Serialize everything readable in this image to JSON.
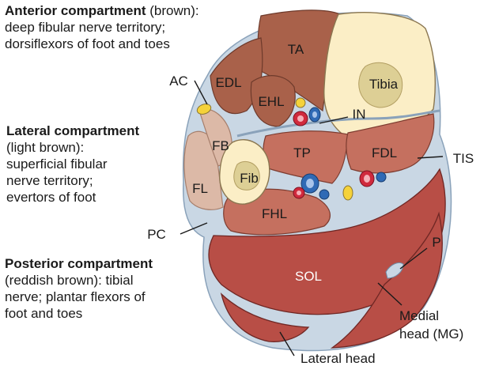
{
  "notes": {
    "anterior": {
      "title": "Anterior compartment",
      "subtitle": " (brown):",
      "lines": [
        "deep fibular nerve territory;",
        "dorsiflexors of foot and toes"
      ]
    },
    "lateral": {
      "title": "Lateral compartment",
      "lines": [
        "(light brown):",
        "superficial fibular",
        "nerve territory;",
        "evertors of foot"
      ]
    },
    "posterior": {
      "title": "Posterior compartment",
      "lines": [
        "(reddish brown): tibial",
        "nerve; plantar flexors of",
        "foot and toes"
      ]
    }
  },
  "labels": {
    "ta": "TA",
    "tibia": "Tibia",
    "edl": "EDL",
    "ehl": "EHL",
    "ac": "AC",
    "in": "IN",
    "fb": "FB",
    "fl": "FL",
    "fib": "Fib",
    "tp": "TP",
    "fdl": "FDL",
    "tis": "TIS",
    "fhl": "FHL",
    "pc": "PC",
    "p": "P",
    "sol": "SOL",
    "medial_head_1": "Medial",
    "medial_head_2": "head (MG)",
    "lateral_head": "Lateral head"
  },
  "colors": {
    "anterior_muscle": "#a9614a",
    "lateral_muscle": "#dcb9a7",
    "posterior_deep_muscle": "#c5705f",
    "posterior_superficial_muscle": "#b84e46",
    "bone": "#fbeec6",
    "marrow": "#ddcf95",
    "fascia": "#c9d7e4",
    "artery": "#d02a3d",
    "vein": "#2f6ab5",
    "nerve": "#f5d23a"
  }
}
